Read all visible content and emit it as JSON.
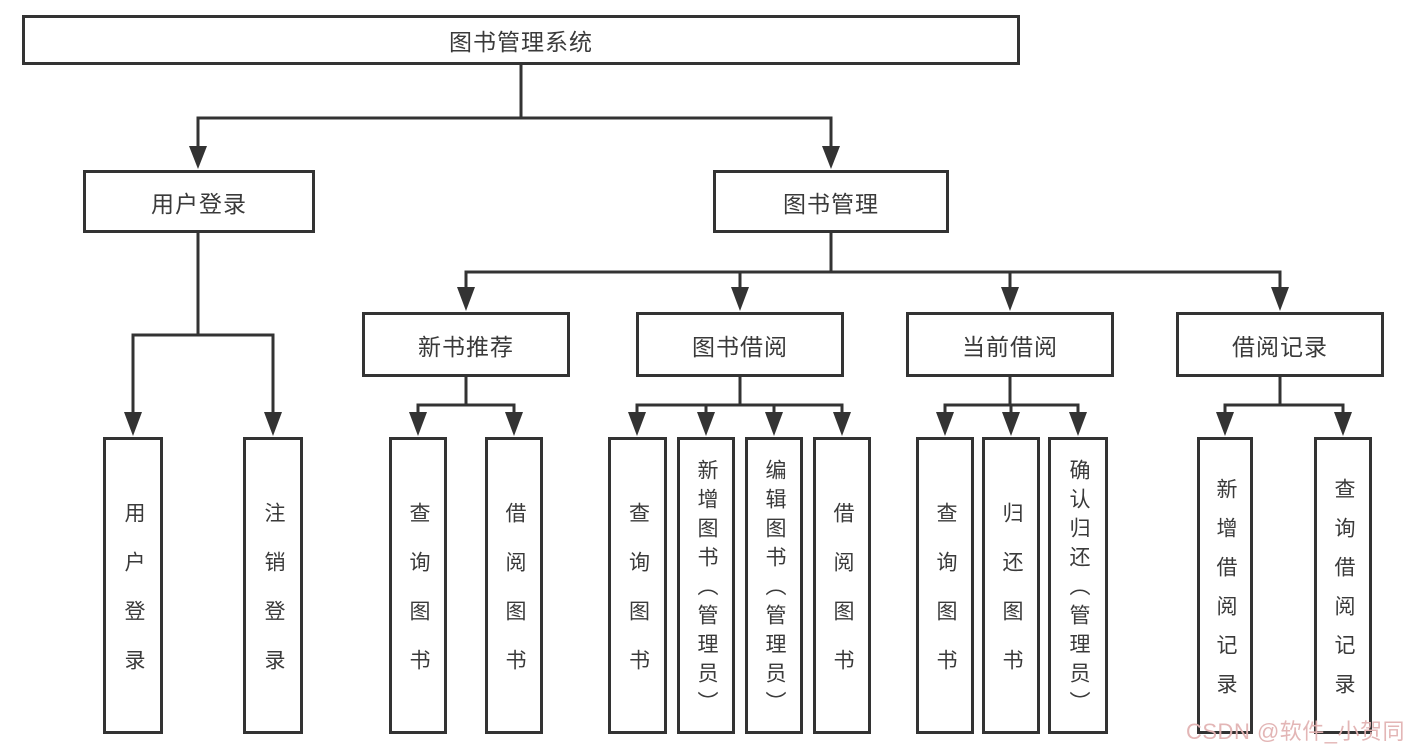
{
  "diagram": {
    "root": {
      "label": "图书管理系统"
    },
    "branches": {
      "user_login": {
        "label": "用户登录",
        "children": [
          {
            "label": "用户登录"
          },
          {
            "label": "注销登录"
          }
        ]
      },
      "book_mgmt": {
        "label": "图书管理",
        "children": [
          {
            "label": "新书推荐",
            "children": [
              {
                "label": "查询图书"
              },
              {
                "label": "借阅图书"
              }
            ]
          },
          {
            "label": "图书借阅",
            "children": [
              {
                "label": "查询图书"
              },
              {
                "label": "新增图书（管理员）"
              },
              {
                "label": "编辑图书（管理员）"
              },
              {
                "label": "借阅图书"
              }
            ]
          },
          {
            "label": "当前借阅",
            "children": [
              {
                "label": "查询图书"
              },
              {
                "label": "归还图书"
              },
              {
                "label": "确认归还（管理员）"
              }
            ]
          },
          {
            "label": "借阅记录",
            "children": [
              {
                "label": "新增借阅记录"
              },
              {
                "label": "查询借阅记录"
              }
            ]
          }
        ]
      }
    },
    "watermark": {
      "text": "CSDN @软件_小贺同学"
    },
    "colors": {
      "line": "#333333",
      "text": "#3a3a3a",
      "background": "#ffffff",
      "watermark": "#e2b3b3"
    }
  }
}
